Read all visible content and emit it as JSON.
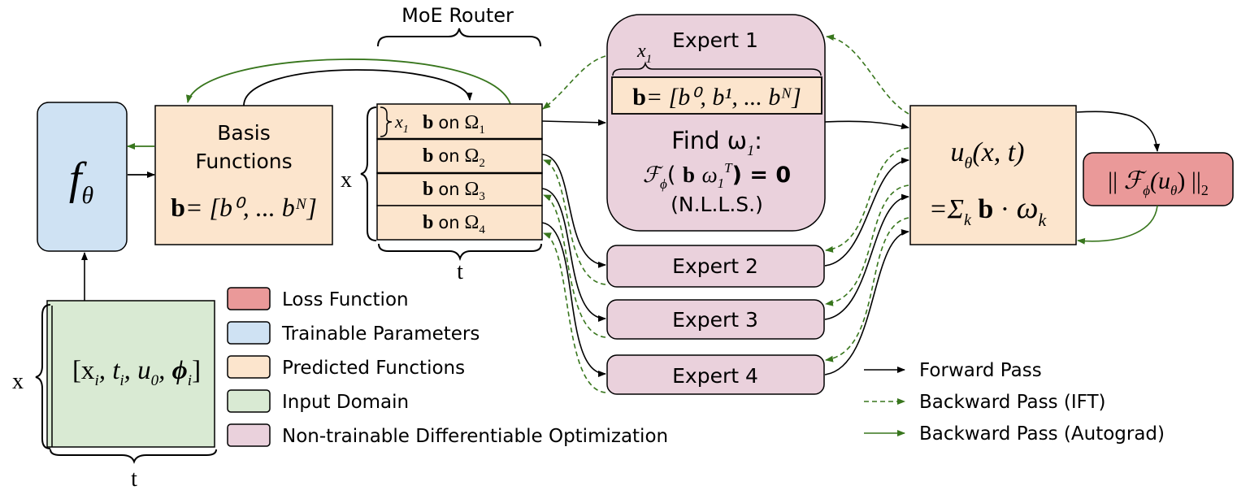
{
  "colors": {
    "trainable": "#cfe2f3",
    "predicted": "#fce5cd",
    "input": "#d9ead3",
    "loss": "#ea9999",
    "optimization": "#ead1dc",
    "forward": "#000000",
    "backward_ift": "#38761d",
    "backward_autograd": "#38761d"
  },
  "labels": {
    "moe_router": "MoE Router",
    "axis_x": "x",
    "axis_t": "t",
    "f_letter": "f",
    "f_theta": "θ",
    "basis_title_1": "Basis",
    "basis_title_2": "Functions",
    "b_bold": "b",
    "basis_eq": "= [b⁰, ... bᴺ]",
    "x1": "x",
    "sub_1": "1",
    "router_on": "on",
    "omega_cap": "Ω",
    "sub_2": "2",
    "sub_3": "3",
    "sub_4": "4",
    "input_domain_text_1": "[x",
    "sub_i": "i",
    "input_domain_text_2": ", t",
    "input_domain_text_3": ", u",
    "sub_0": "0",
    "input_domain_text_4": ", ",
    "phi": "ϕ",
    "input_domain_text_5": "]"
  },
  "experts": [
    {
      "label": "Expert 1"
    },
    {
      "label": "Expert 2"
    },
    {
      "label": "Expert 3"
    },
    {
      "label": "Expert 4"
    }
  ],
  "expert1": {
    "basis_eq": "= [b⁰, b¹, ... bᴺ]",
    "find_text": "Find ω",
    "colon": ":",
    "F": "ℱ",
    "paren_open": "(",
    "omega": "ω",
    "T": "T",
    "eq_zero": ") = 0",
    "nlls": "(N.L.L.S.)"
  },
  "output": {
    "u": "u",
    "theta": "θ",
    "args": "(x, t)",
    "eq": "=Σ",
    "k": "k",
    "dot": "·",
    "omega": "ω"
  },
  "loss": {
    "bars_open": "||",
    "F": "ℱ",
    "phi": "ϕ",
    "u_open": "(u",
    "theta": "θ",
    "u_close": ")",
    "bars_close": "||",
    "two": "2"
  },
  "legend": [
    {
      "label": "Loss Function",
      "color": "#ea9999"
    },
    {
      "label": "Trainable Parameters",
      "color": "#cfe2f3"
    },
    {
      "label": "Predicted Functions",
      "color": "#fce5cd"
    },
    {
      "label": "Input Domain",
      "color": "#d9ead3"
    },
    {
      "label": "Non-trainable Differentiable Optimization",
      "color": "#ead1dc"
    }
  ],
  "arrow_legend": [
    {
      "label": "Forward Pass"
    },
    {
      "label": "Backward Pass (IFT)"
    },
    {
      "label": "Backward Pass (Autograd)"
    }
  ]
}
